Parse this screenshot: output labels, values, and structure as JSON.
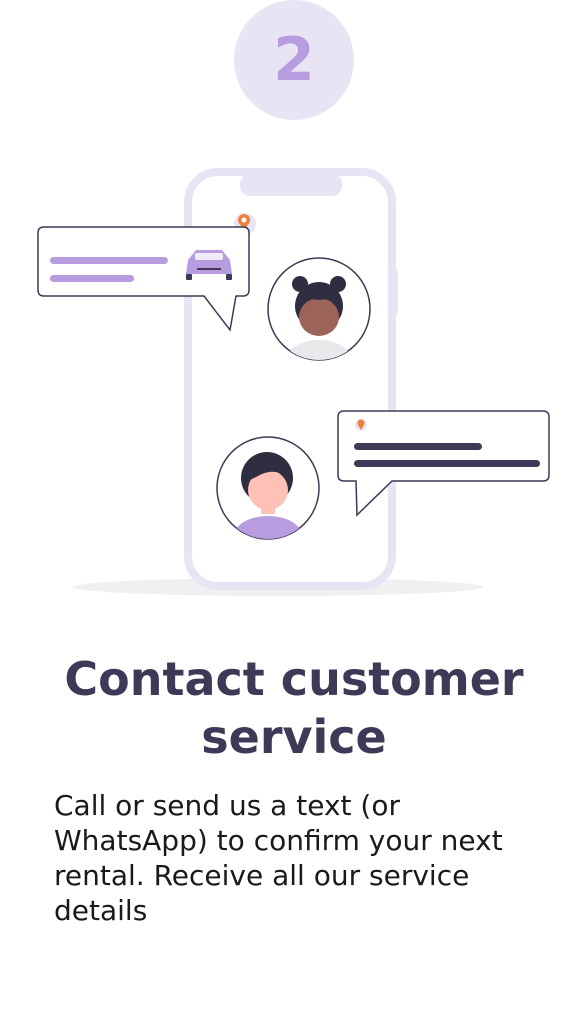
{
  "step": {
    "number": "2"
  },
  "heading": {
    "title": "Contact customer service"
  },
  "body": {
    "description": "Call or send us a text (or WhatsApp) to confirm your next rental. Receive all our service details"
  },
  "illustration": {
    "icons": [
      "phone-icon",
      "chat-bubble-icon",
      "car-icon",
      "location-pin-icon",
      "avatar"
    ],
    "colors": {
      "accent_purple": "#b79ce0",
      "dark_purple": "#3f3856",
      "phone_frame": "#e9e4f3",
      "pin_orange": "#f07f3c"
    }
  }
}
